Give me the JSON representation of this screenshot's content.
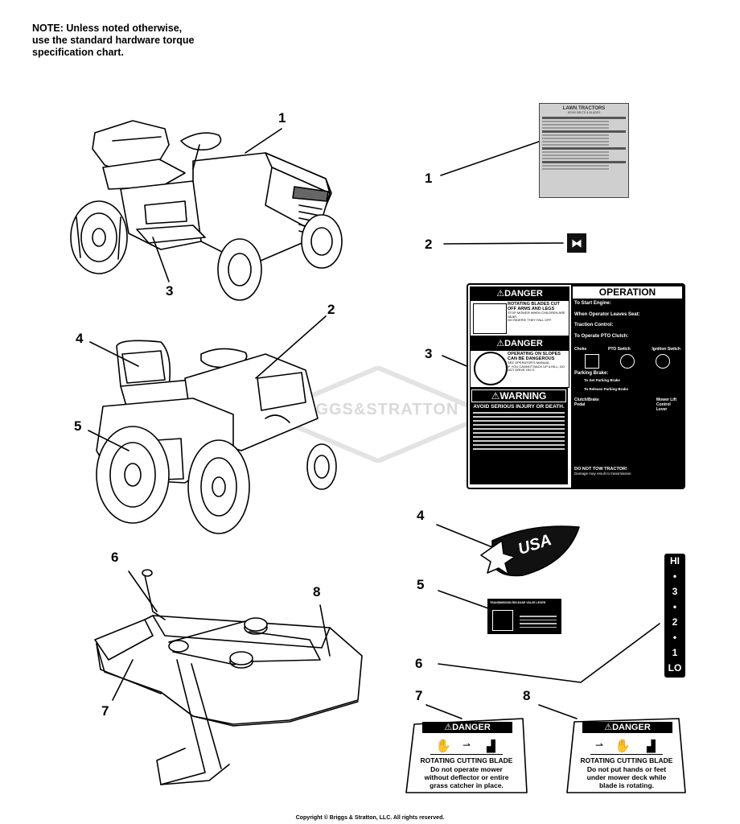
{
  "note": {
    "line1": "NOTE: Unless noted otherwise,",
    "line2": "use the standard hardware torque",
    "line3": "specification chart."
  },
  "callouts": {
    "c1_top": "1",
    "c3_top": "3",
    "c2_mid": "2",
    "c4_mid": "4",
    "c5_mid": "5",
    "c6_deck": "6",
    "c8_deck": "8",
    "c7_deck": "7",
    "r1": "1",
    "r2": "2",
    "r3": "3",
    "r4": "4",
    "r5": "5",
    "r6": "6",
    "r7": "7",
    "r8": "8"
  },
  "watermark": "BRIGGS&STRATTON",
  "decal1": {
    "title": "LAWN TRACTORS",
    "subtitle": "DRIVE BELTS & BLADES"
  },
  "decal3": {
    "danger_label": "⚠DANGER",
    "danger1_head": "ROTATING BLADES CUT OFF ARMS AND LEGS",
    "danger1_sub": "STOP MOWER WHEN CHILDREN ARE NEAR.",
    "danger1_sub2": "NO RIDERS!   THEY FALL OFF.",
    "danger2_head": "OPERATING ON SLOPES CAN BE DANGEROUS",
    "danger2_sub": "SEE OPERATOR'S MANUAL.",
    "danger2_sub2": "IF YOU CANNOT BACK UP A HILL, DO NOT DRIVE ON IT.",
    "warning_label": "⚠WARNING",
    "warning_head": "AVOID SERIOUS INJURY OR DEATH.",
    "op_title": "OPERATION",
    "op_start": "To Start Engine:",
    "op_leave": "When Operator Leaves Seat:",
    "op_traction": "Traction Control:",
    "op_pto": "To Operate PTO Clutch:",
    "op_choke": "Choke",
    "op_pto_switch": "PTO Switch",
    "op_ignition": "Ignition Switch",
    "op_parking": "Parking Brake:",
    "op_set": "To Set Parking Brake",
    "op_release": "To Release Parking Brake",
    "op_clutch": "Clutch/Brake Pedal",
    "op_lift": "Mower Lift Control Lever",
    "op_tow": "DO NOT TOW TRACTOR!",
    "op_tow_sub": "Damage may result to transmission"
  },
  "decal4": {
    "text": "USA"
  },
  "decal5": {
    "title": "TRANSMISSION RELEASE VALVE LEVER"
  },
  "decal6": {
    "items": [
      "HI",
      "•",
      "3",
      "•",
      "2",
      "•",
      "1",
      "LO"
    ]
  },
  "decal7": {
    "header": "⚠DANGER",
    "title": "ROTATING CUTTING BLADE",
    "line1": "Do not operate mower",
    "line2": "without deflector or entire",
    "line3": "grass catcher in place."
  },
  "decal8": {
    "header": "⚠DANGER",
    "title": "ROTATING CUTTING BLADE",
    "line1": "Do not put hands or feet",
    "line2": "under mower deck while",
    "line3": "blade is rotating."
  },
  "copyright": "Copyright © Briggs & Stratton, LLC. All rights reserved."
}
